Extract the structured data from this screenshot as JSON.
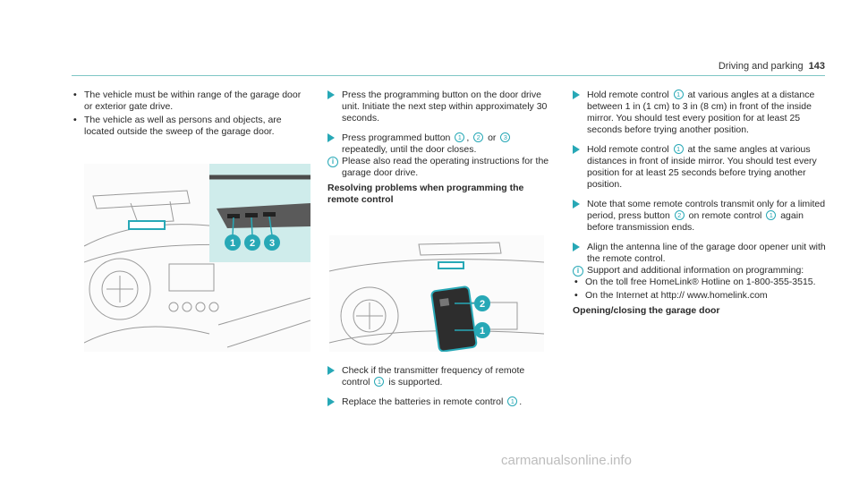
{
  "header": {
    "section": "Driving and parking",
    "page": "143"
  },
  "col1": {
    "bullets": [
      "The vehicle must be within range of the garage door or exterior gate drive.",
      "The vehicle as well as persons and objects, are located outside the sweep of the garage door."
    ],
    "figure_callouts": [
      "1",
      "2",
      "3"
    ]
  },
  "col2": {
    "step1": "Press the programming button on the door drive unit. Initiate the next step within approximately 30 seconds.",
    "step2_a": "Press programmed button",
    "step2_or": "or",
    "step2_b": "repeatedly, until the door closes.",
    "info1": "Please also read the operating instructions for the garage door drive.",
    "subheading": "Resolving problems when programming the remote control",
    "figure_callouts": [
      "2",
      "1"
    ],
    "step3_a": "Check if the transmitter frequency of remote control",
    "step3_b": "is supported.",
    "step4": "Replace the batteries in remote control",
    "step4_end": "."
  },
  "col3": {
    "step1_a": "Hold remote control",
    "step1_b": "at various angles at a distance between 1 in (1 cm) to 3 in (8 cm) in front of the inside mirror. You should test every position for at least 25 seconds before trying another position.",
    "step2_a": "Hold remote control",
    "step2_b": "at the same angles at various distances in front of inside mirror. You should test every position for at least 25 seconds before trying another position.",
    "step3_a": "Note that some remote controls transmit only for a limited period, press button",
    "step3_b": "on remote control",
    "step3_c": "again before transmission ends.",
    "step4": "Align the antenna line of the garage door opener unit with the remote control.",
    "info2": "Support and additional information on programming:",
    "bullets": [
      "On the toll free HomeLink® Hotline on 1-800-355-3515.",
      "On the Internet at http:// www.homelink.com"
    ],
    "subheading": "Opening/closing the garage door"
  },
  "footer": {
    "watermark": "carmanualsonline.info"
  },
  "icons": {
    "action": "triangle-arrow-icon",
    "info": "info-circle-icon"
  },
  "colors": {
    "accent": "#27a8b6",
    "rule": "#7fc6c5"
  }
}
